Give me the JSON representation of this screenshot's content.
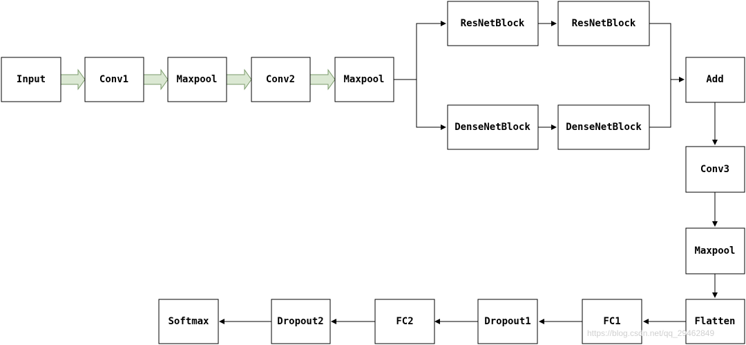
{
  "nodes": {
    "input": "Input",
    "conv1": "Conv1",
    "maxpool1": "Maxpool",
    "conv2": "Conv2",
    "maxpool2": "Maxpool",
    "resnet1": "ResNetBlock",
    "resnet2": "ResNetBlock",
    "densenet1": "DenseNetBlock",
    "densenet2": "DenseNetBlock",
    "add": "Add",
    "conv3": "Conv3",
    "maxpool3": "Maxpool",
    "flatten": "Flatten",
    "fc1": "FC1",
    "dropout1": "Dropout1",
    "fc2": "FC2",
    "dropout2": "Dropout2",
    "softmax": "Softmax"
  },
  "watermark": "https://blog.csdn.net/qq_29462849",
  "colors": {
    "box_border": "#000000",
    "box_fill": "#ffffff",
    "block_arrow_fill": "#dbe8d3",
    "block_arrow_stroke": "#7a9a6a",
    "connector": "#000000"
  }
}
